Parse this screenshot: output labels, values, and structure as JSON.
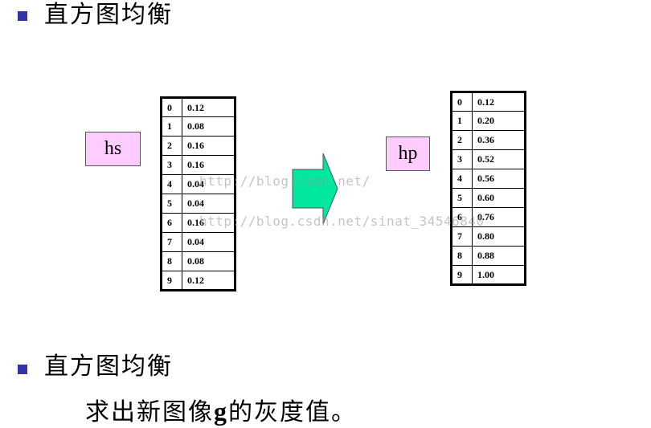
{
  "top_heading": "直方图均衡",
  "bottom_heading": "直方图均衡",
  "bottom_text_prefix": "求出新图像",
  "bottom_text_var": "g",
  "bottom_text_suffix": "的灰度值。",
  "hs_label": "hs",
  "hp_label": "hp",
  "watermark_1": "http://blog.csdn.net/",
  "watermark_2": "http://blog.csdn.net/sinat_34546840",
  "arrow_color": "#00e8a0",
  "bullet_color": "#3333aa",
  "label_bg": "#ffccff",
  "hs_table": [
    {
      "k": "0",
      "v": "0.12"
    },
    {
      "k": "1",
      "v": "0.08"
    },
    {
      "k": "2",
      "v": "0.16"
    },
    {
      "k": "3",
      "v": "0.16"
    },
    {
      "k": "4",
      "v": "0.04"
    },
    {
      "k": "5",
      "v": "0.04"
    },
    {
      "k": "6",
      "v": "0.16"
    },
    {
      "k": "7",
      "v": "0.04"
    },
    {
      "k": "8",
      "v": "0.08"
    },
    {
      "k": "9",
      "v": "0.12"
    }
  ],
  "hp_table": [
    {
      "k": "0",
      "v": "0.12"
    },
    {
      "k": "1",
      "v": "0.20"
    },
    {
      "k": "2",
      "v": "0.36"
    },
    {
      "k": "3",
      "v": "0.52"
    },
    {
      "k": "4",
      "v": "0.56"
    },
    {
      "k": "5",
      "v": "0.60"
    },
    {
      "k": "6",
      "v": "0.76"
    },
    {
      "k": "7",
      "v": "0.80"
    },
    {
      "k": "8",
      "v": "0.88"
    },
    {
      "k": "9",
      "v": "1.00"
    }
  ]
}
